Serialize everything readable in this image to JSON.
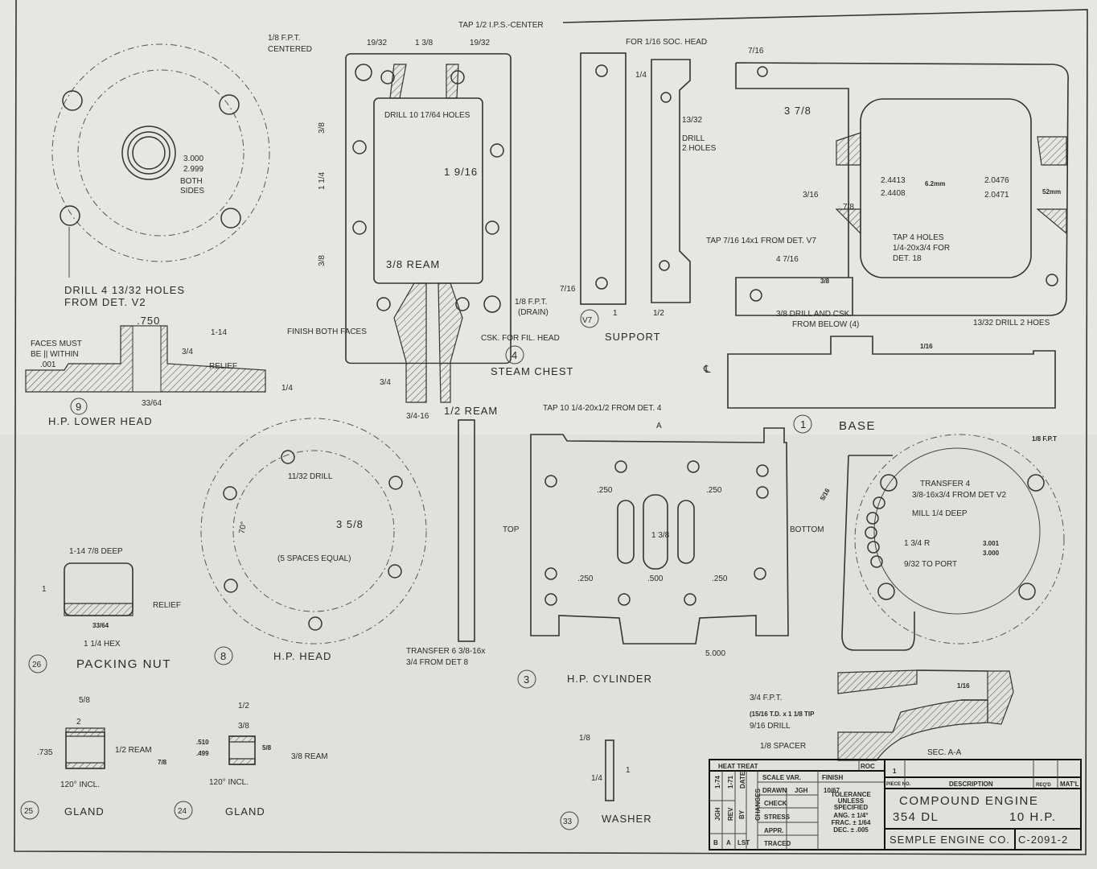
{
  "lower_head_plate": {
    "drill": "DRILL 4 13/32 HOLES",
    "from": "FROM DET. V2",
    "dia_max": "3.000",
    "dia_min": "2.999",
    "both": "BOTH",
    "sides": "SIDES"
  },
  "hp_lower_head": {
    "dim_750": ".750",
    "thread": "1-14",
    "faces1": "FACES MUST",
    "faces2": "BE || WITHIN",
    "tol": ".001",
    "d34": "3/4",
    "relief": "RELIEF",
    "d14": "1/4",
    "d3364": "33/64",
    "num": "9",
    "title": "H.P. LOWER HEAD"
  },
  "steam_chest": {
    "fpt": "1/8 F.P.T.",
    "centered": "CENTERED",
    "d1932a": "19/32",
    "d138": "1 3/8",
    "d1932b": "19/32",
    "tap": "TAP 1/2 I.P.S.-CENTER",
    "drill": "DRILL 10 17/64 HOLES",
    "d1916": "1 9/16",
    "ream38": "3/8 REAM",
    "drain1": "1/8 F.P.T.",
    "drain2": "(DRAIN)",
    "finish": "FINISH BOTH FACES",
    "csk": "CSK. FOR FIL. HEAD",
    "num": "4",
    "title": "STEAM CHEST",
    "d34": "3/4",
    "thread": "3/4-16",
    "ream12": "1/2 REAM",
    "v38a": "3/8",
    "v114": "1 1/4",
    "v38b": "3/8"
  },
  "support": {
    "soc": "FOR 1/16 SOC. HEAD",
    "drill1": "13/32",
    "drill2": "DRILL",
    "drill3": "2 HOLES",
    "tag": "V7",
    "title": "SUPPORT",
    "d1": "1",
    "d12": "1/2",
    "d14": "1/4",
    "d716": "7/16"
  },
  "base": {
    "d716": "7/16",
    "d378": "3 7/8",
    "a1": "2.4413",
    "a2": "2.4408",
    "mm1": "6.2mm",
    "b1": "2.0476",
    "b2": "2.0471",
    "mm2": "52mm",
    "d316": "3/16",
    "d78": "7/8",
    "tap_v7": "TAP 7/16 14x1 FROM DET. V7",
    "tap4a": "TAP 4 HOLES",
    "tap4b": "1/4-20x3/4 FOR",
    "tap4c": "DET. 18",
    "d4716": "4 7/16",
    "drill_csk1": "3/8 DRILL AND CSK.",
    "drill_csk2": "FROM BELOW (4)",
    "drill2": "13/32 DRILL 2 HOES",
    "cl": "℄",
    "d116": "1/16",
    "num": "1",
    "title": "BASE",
    "d38": "3/8"
  },
  "hp_head": {
    "drill": "11/32 DRILL",
    "angle": "70°",
    "radius": "3 5/8",
    "spaces": "(5 SPACES EQUAL)",
    "num": "8",
    "title": "H.P. HEAD"
  },
  "hp_cylinder": {
    "tap": "TAP 10 1/4-20x1/2 FROM DET. 4",
    "sec_a": "A",
    "top": "TOP",
    "bottom": "BOTTOM",
    "d250a": ".250",
    "d250b": ".250",
    "d250c": ".250",
    "d250d": ".250",
    "d500": ".500",
    "d138": "1 3/8",
    "transfer1": "TRANSFER 6 3/8-16x",
    "transfer2": "3/4 FROM DET 8",
    "d5000": "5.000",
    "num": "3",
    "title": "H.P. CYLINDER"
  },
  "port_face": {
    "fpt": "1/8 F.P.T",
    "transfer1": "TRANSFER 4",
    "transfer2": "3/8-16x3/4 FROM DET V2",
    "mill": "MILL 1/4 DEEP",
    "radius": "1 3/4 R",
    "dia1": "3.001",
    "dia2": "3.000",
    "port": "9/32 TO PORT",
    "d1316": "5/16"
  },
  "section_aa": {
    "fpt": "3/4 F.P.T.",
    "td": "(15/16 T.D. x 1 1/8 TIP",
    "drill": "9/16 DRILL",
    "spacer": "1/8 SPACER",
    "d1": "1/16",
    "title": "SEC. A-A"
  },
  "packing_nut": {
    "thread": "1-14 7/8 DEEP",
    "d1": "1",
    "relief": "RELIEF",
    "d3364": "33/64",
    "hex": "1 1/4 HEX",
    "num": "26",
    "title": "PACKING NUT"
  },
  "gland25": {
    "d58": "5/8",
    "d2": "2",
    "ream": "1/2 REAM",
    "dia": ".735",
    "d78": "7/8",
    "incl": "120° INCL.",
    "num": "25",
    "title": "GLAND"
  },
  "gland24": {
    "d12": "1/2",
    "d38": "3/8",
    "ream": "3/8 REAM",
    "dia1": ".510",
    "dia2": ".499",
    "d58": "5/8",
    "incl": "120° INCL.",
    "num": "24",
    "title": "GLAND"
  },
  "washer": {
    "d18": "1/8",
    "d14": "1/4",
    "d1": "1",
    "num": "33",
    "title": "WASHER"
  },
  "title_block": {
    "heat_treat": "HEAT TREAT",
    "roc": "ROC",
    "scale": "SCALE VAR.",
    "finish": "FINISH",
    "drawn": "DRAWN",
    "drawn_by": "JGH",
    "drawn_date": "10/67",
    "check": "CHECK",
    "stress": "STRESS",
    "appr": "APPR.",
    "traced": "TRACED",
    "tolerance": [
      "TOLERANCE",
      "UNLESS",
      "SPECIFIED",
      "ANG. ± 1/4°",
      "FRAC. ± 1/64",
      "DEC. ± .005"
    ],
    "rev_col": {
      "date1": "1-74",
      "date2": "1-71",
      "date_label": "DATE",
      "rev_label": "REV",
      "by_label": "BY",
      "changes": "CHANGES",
      "by1": "JGH",
      "row_b": "B",
      "row_a": "A",
      "lst": "LST"
    },
    "piece_qty": "1",
    "piece_no": "PIECE NO.",
    "description": "DESCRIPTION",
    "req": "REQ'D",
    "matl": "MAT'L",
    "name": "COMPOUND ENGINE",
    "model": "354 DL",
    "hp": "10 H.P.",
    "company": "SEMPLE ENGINE CO.",
    "dwg_no": "C-2091-2"
  }
}
